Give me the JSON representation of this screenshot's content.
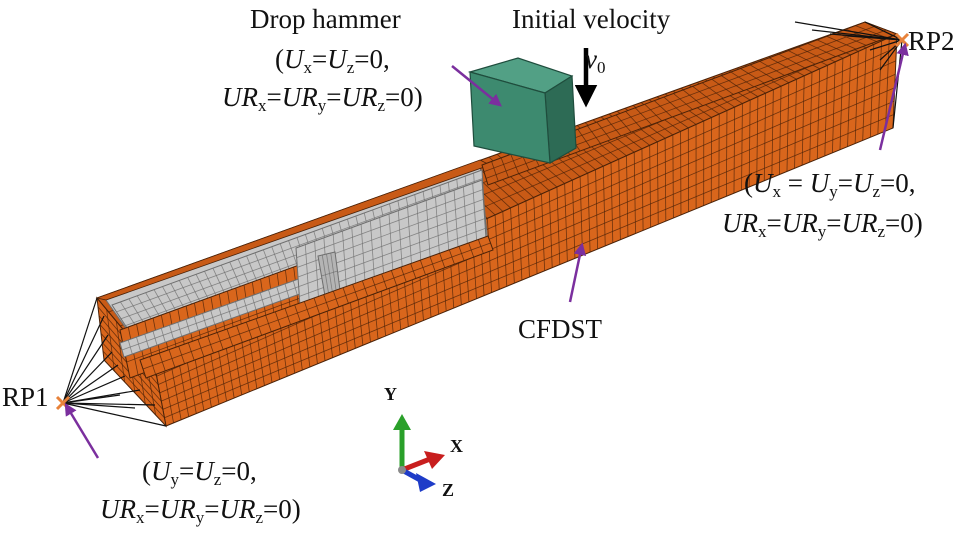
{
  "labels": {
    "drop_hammer": "Drop hammer",
    "initial_velocity": "Initial velocity",
    "v0_symbol": "v",
    "v0_sub": "0",
    "specimen": "CFDST",
    "rp1": "RP1",
    "rp2": "RP2"
  },
  "bc_hammer": {
    "line1": [
      {
        "t": "(",
        "s": "n"
      },
      {
        "t": "U",
        "s": "i"
      },
      {
        "t": "x",
        "s": "sub"
      },
      {
        "t": "=",
        "s": "n"
      },
      {
        "t": "U",
        "s": "i"
      },
      {
        "t": "z",
        "s": "sub"
      },
      {
        "t": "=0,",
        "s": "n"
      }
    ],
    "line2": [
      {
        "t": "UR",
        "s": "i"
      },
      {
        "t": "x",
        "s": "sub"
      },
      {
        "t": "=",
        "s": "n"
      },
      {
        "t": "UR",
        "s": "i"
      },
      {
        "t": "y",
        "s": "sub"
      },
      {
        "t": "=",
        "s": "n"
      },
      {
        "t": "UR",
        "s": "i"
      },
      {
        "t": "z",
        "s": "sub"
      },
      {
        "t": "=0)",
        "s": "n"
      }
    ]
  },
  "bc_rp2": {
    "line1": [
      {
        "t": "(",
        "s": "n"
      },
      {
        "t": "U",
        "s": "i"
      },
      {
        "t": "x",
        "s": "sub"
      },
      {
        "t": " = ",
        "s": "n"
      },
      {
        "t": "U",
        "s": "i"
      },
      {
        "t": "y",
        "s": "sub"
      },
      {
        "t": "=",
        "s": "n"
      },
      {
        "t": "U",
        "s": "i"
      },
      {
        "t": "z",
        "s": "sub"
      },
      {
        "t": "=0,",
        "s": "n"
      }
    ],
    "line2": [
      {
        "t": "UR",
        "s": "i"
      },
      {
        "t": "x",
        "s": "sub"
      },
      {
        "t": "=",
        "s": "n"
      },
      {
        "t": "UR",
        "s": "i"
      },
      {
        "t": "y",
        "s": "sub"
      },
      {
        "t": "=",
        "s": "n"
      },
      {
        "t": "UR",
        "s": "i"
      },
      {
        "t": "z",
        "s": "sub"
      },
      {
        "t": "=0)",
        "s": "n"
      }
    ]
  },
  "bc_rp1": {
    "line1": [
      {
        "t": "(",
        "s": "n"
      },
      {
        "t": "U",
        "s": "i"
      },
      {
        "t": "y",
        "s": "sub"
      },
      {
        "t": "=",
        "s": "n"
      },
      {
        "t": "U",
        "s": "i"
      },
      {
        "t": "z",
        "s": "sub"
      },
      {
        "t": "=0,",
        "s": "n"
      }
    ],
    "line2": [
      {
        "t": "UR",
        "s": "i"
      },
      {
        "t": "x",
        "s": "sub"
      },
      {
        "t": "=",
        "s": "n"
      },
      {
        "t": "UR",
        "s": "i"
      },
      {
        "t": "y",
        "s": "sub"
      },
      {
        "t": "=",
        "s": "n"
      },
      {
        "t": "UR",
        "s": "i"
      },
      {
        "t": "z",
        "s": "sub"
      },
      {
        "t": "=0)",
        "s": "n"
      }
    ]
  },
  "triad": {
    "x": "X",
    "y": "Y",
    "z": "Z"
  },
  "colors": {
    "steel_tube": "#d9661c",
    "steel_tube_top": "#c85a16",
    "concrete": "#c8c8c8",
    "mesh_line": "#4a2208",
    "concrete_mesh": "#6e6e6e",
    "hammer_front": "#3d8a6f",
    "hammer_top": "#52a085",
    "hammer_side": "#2d6b55",
    "leader_arrow": "#7b2f9e",
    "rp_marker": "#e8823a",
    "axis_x": "#c81e1e",
    "axis_y": "#2aa02a",
    "axis_z": "#1e3cc8"
  }
}
